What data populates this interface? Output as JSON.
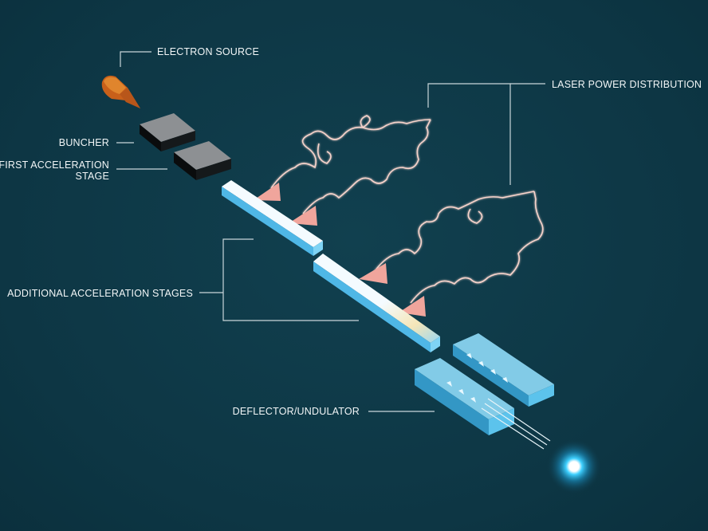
{
  "labels": {
    "electron_source": "ELECTRON SOURCE",
    "buncher": "BUNCHER",
    "first_acceleration_line1": "FIRST ACCELERATION",
    "first_acceleration_line2": "STAGE",
    "additional_stages": "ADDITIONAL ACCELERATION STAGES",
    "deflector": "DEFLECTOR/UNDULATOR",
    "laser": "LASER POWER DISTRIBUTION"
  },
  "colors": {
    "background": "#0e3a4a",
    "source": "#d2691e",
    "block": "#8a8d90",
    "glass": "#7fd4f5",
    "laser": "#f6d3cb",
    "coupler": "#f0a59c"
  }
}
